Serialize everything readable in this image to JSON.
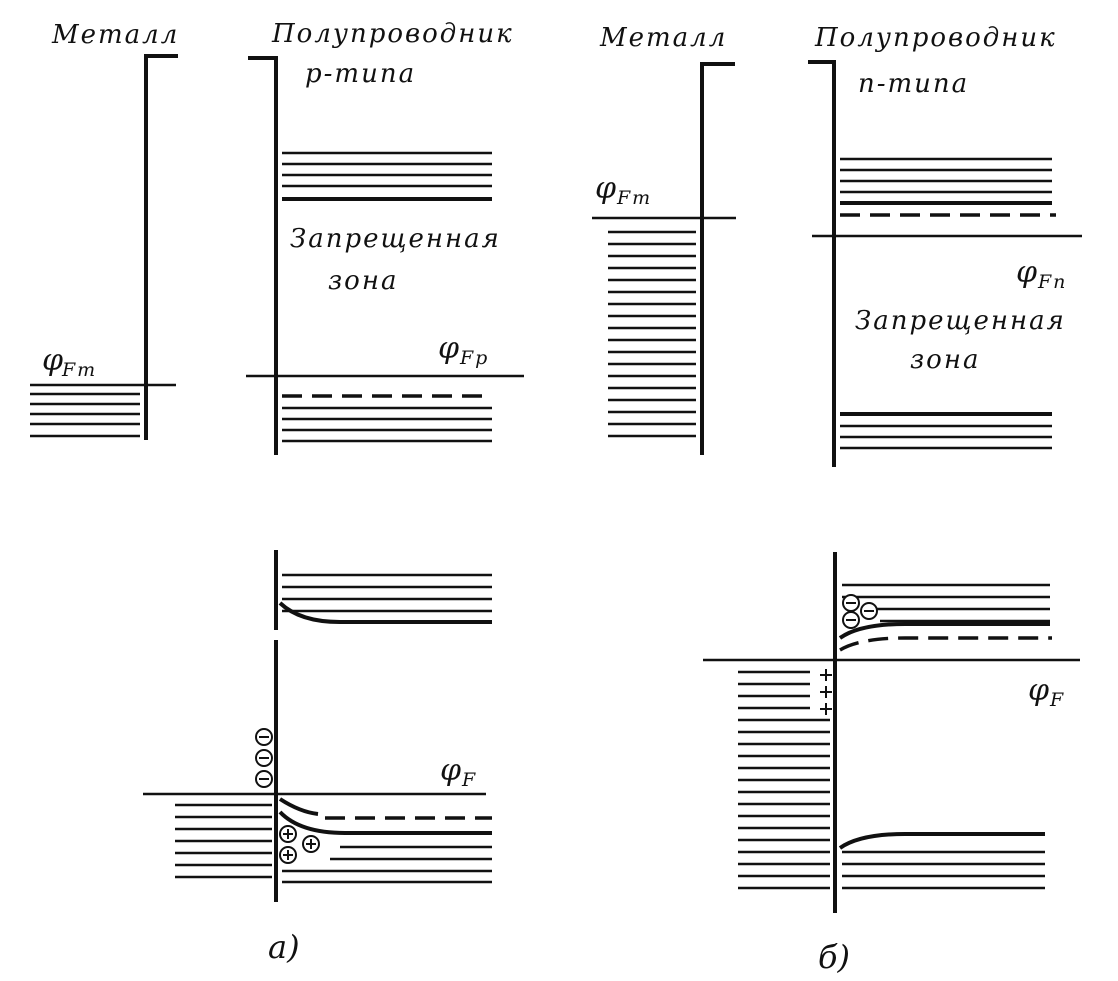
{
  "panel_a": {
    "metal_label": "Металл",
    "semi_label_1": "Полупроводник",
    "semi_label_2": "p-типа",
    "gap_label_1": "Запрещенная",
    "gap_label_2": "зона",
    "fermi_metal": "φ",
    "fermi_metal_sub": "Fm",
    "fermi_semi": "φ",
    "fermi_semi_sub": "Fp",
    "fermi_contact": "φ",
    "fermi_contact_sub": "F",
    "caption": "a)"
  },
  "panel_b": {
    "metal_label": "Металл",
    "semi_label_1": "Полупроводник",
    "semi_label_2": "n-типа",
    "gap_label_1": "Запрещенная",
    "gap_label_2": "зона",
    "fermi_metal": "φ",
    "fermi_metal_sub": "Fm",
    "fermi_semi": "φ",
    "fermi_semi_sub": "Fn",
    "fermi_contact": "φ",
    "fermi_contact_sub": "F",
    "caption": "б)"
  },
  "colors": {
    "ink": "#111111",
    "paper": "#ffffff"
  },
  "charge_symbols": {
    "negative": "⊖",
    "positive": "⊕",
    "plus": "+"
  }
}
